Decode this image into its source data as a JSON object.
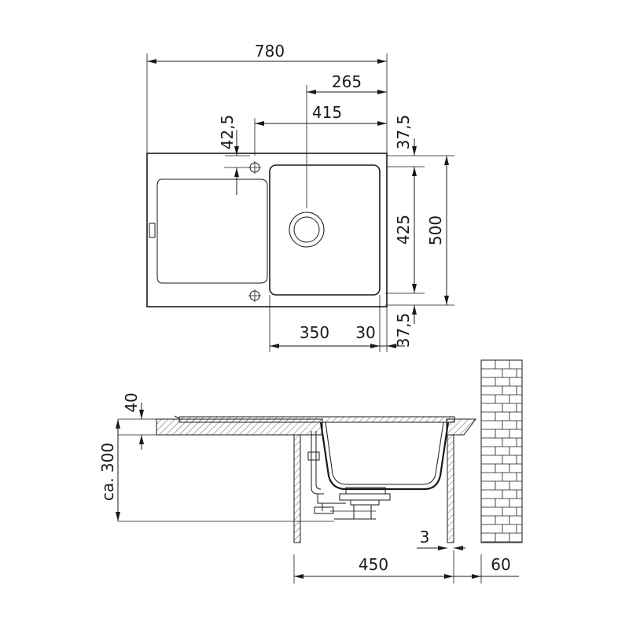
{
  "top_view": {
    "dim_overall_width": "780",
    "dim_drain_offset": "265",
    "dim_bowl_width_outer": "415",
    "dim_tap_hole_offset": "42,5",
    "dim_top_margin": "37,5",
    "dim_bowl_depth": "425",
    "dim_overall_depth": "500",
    "dim_bowl_inner_width": "350",
    "dim_rim_width": "30",
    "dim_bottom_margin": "37,5"
  },
  "side_view": {
    "dim_rim_height": "40",
    "dim_depth": "ca. 300",
    "dim_gap": "3",
    "dim_cabinet_width": "450",
    "dim_wall_offset": "60"
  }
}
